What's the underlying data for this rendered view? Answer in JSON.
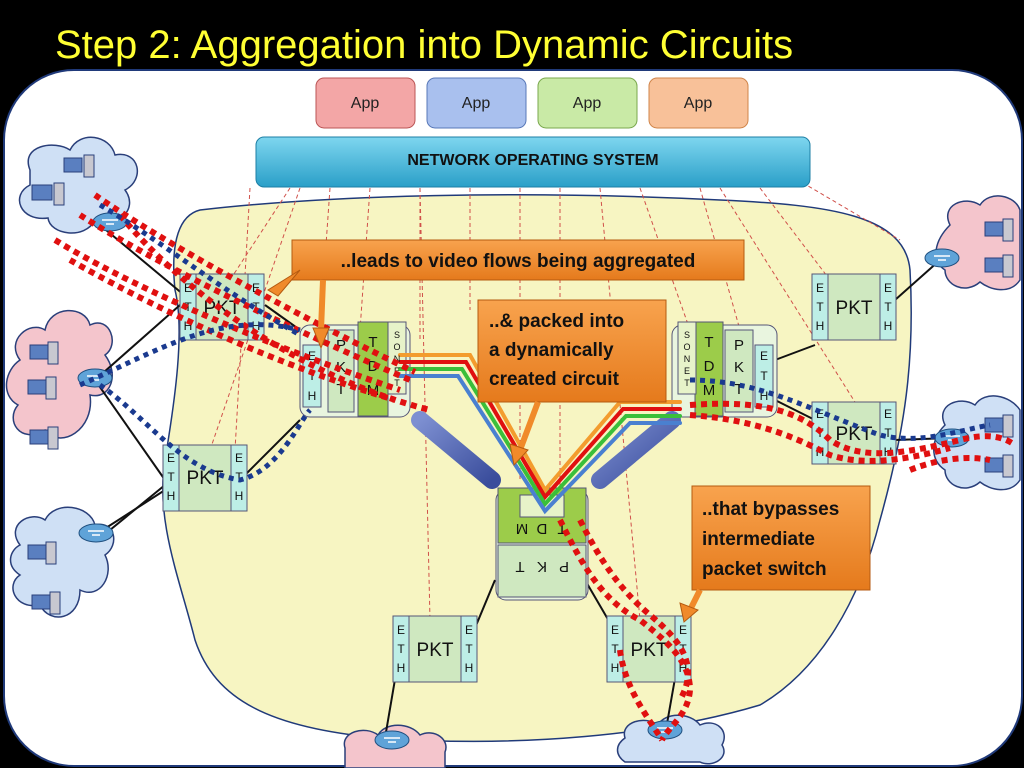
{
  "title": "Step 2: Aggregation into Dynamic Circuits",
  "apps": [
    {
      "label": "App",
      "color": "#f3a6a6"
    },
    {
      "label": "App",
      "color": "#a9c0ee"
    },
    {
      "label": "App",
      "color": "#c9eaa6"
    },
    {
      "label": "App",
      "color": "#f8c199"
    }
  ],
  "nos_label": "NETWORK OPERATING SYSTEM",
  "callouts": {
    "video_flows": "..leads to video flows being aggregated",
    "packed_circuit": [
      "..& packed into",
      "a dynamically",
      "created circuit"
    ],
    "bypasses": [
      "..that bypasses",
      "intermediate",
      "packet switch"
    ]
  },
  "labels": {
    "pkt": "PKT",
    "eth": "E T H",
    "tdm": "T D M",
    "sonet": "S O N E T",
    "pkt_vertical": "P K T"
  },
  "colors": {
    "title": "#ffff33",
    "nos": "#3fb4d6",
    "callout": "#f08a2a",
    "region": "#f7f5c2",
    "pkt_box": "#cfe8c0",
    "eth_box": "#bdeee6",
    "tdm_box": "#9ccc4a",
    "flow_red": "#e01010",
    "flow_blue": "#1a3a8f"
  }
}
